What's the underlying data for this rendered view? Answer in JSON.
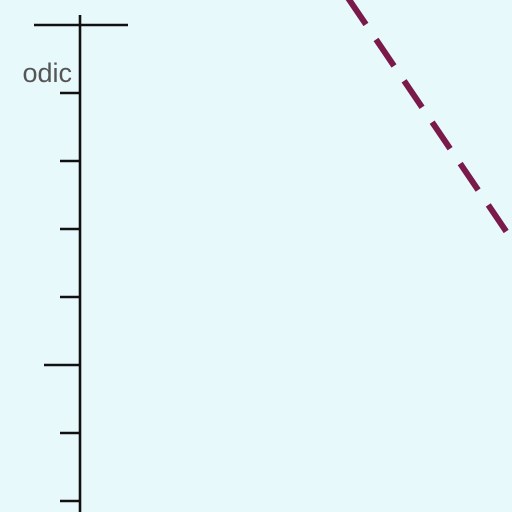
{
  "colors": {
    "background": "#e8f9fc",
    "axis": "#111111",
    "label": "#555555",
    "series": "#7a1a4a"
  },
  "chart_data": {
    "type": "line",
    "title": "",
    "xlabel": "",
    "ylabel": "",
    "y_ticks": [
      "odic"
    ],
    "series": [
      {
        "style": "dashed",
        "color": "#7a1a4a",
        "x": [
          0,
          1
        ],
        "y": [
          1,
          0
        ]
      }
    ],
    "xlim": [
      0,
      1
    ],
    "ylim": [
      0,
      1
    ],
    "grid": false,
    "legend": "none"
  }
}
